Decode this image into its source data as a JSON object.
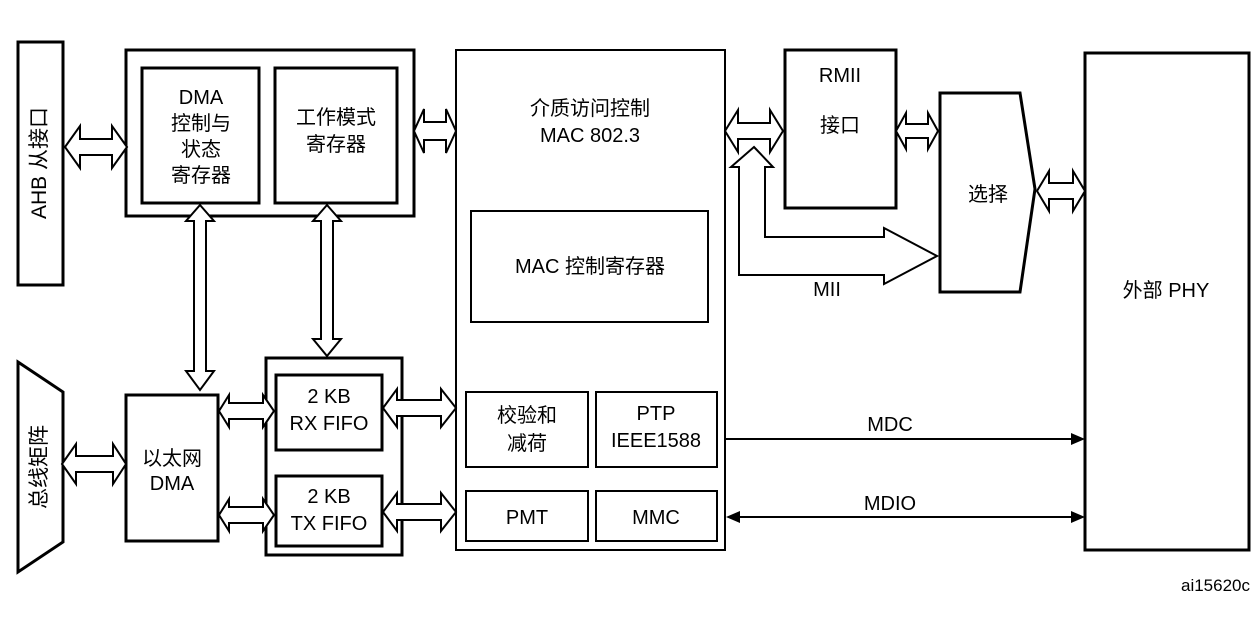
{
  "colors": {
    "stroke": "#000000",
    "fill": "#ffffff",
    "text": "#000000"
  },
  "ahb": {
    "label": "AHB 从接口"
  },
  "bus_matrix": {
    "label": "总线矩阵"
  },
  "dma_csr": {
    "lines": [
      "DMA",
      "控制与",
      "状态",
      "寄存器"
    ]
  },
  "mode_reg": {
    "lines": [
      "工作模式",
      "寄存器"
    ]
  },
  "eth_dma": {
    "lines": [
      "以太网",
      "DMA"
    ]
  },
  "rx_fifo": {
    "lines": [
      "2 KB",
      "RX FIFO"
    ]
  },
  "tx_fifo": {
    "lines": [
      "2 KB",
      "TX FIFO"
    ]
  },
  "mac": {
    "title_lines": [
      "介质访问控制",
      "MAC 802.3"
    ],
    "ctrl_reg": "MAC 控制寄存器",
    "checksum_lines": [
      "校验和",
      "减荷"
    ],
    "ptp_lines": [
      "PTP",
      "IEEE1588"
    ],
    "pmt": "PMT",
    "mmc": "MMC"
  },
  "rmii": {
    "lines": [
      "RMII",
      "接口"
    ]
  },
  "select": {
    "label": "选择"
  },
  "mii": {
    "label": "MII"
  },
  "phy": {
    "label": "外部 PHY"
  },
  "mdc": {
    "label": "MDC"
  },
  "mdio": {
    "label": "MDIO"
  },
  "figure_id": "ai15620c"
}
